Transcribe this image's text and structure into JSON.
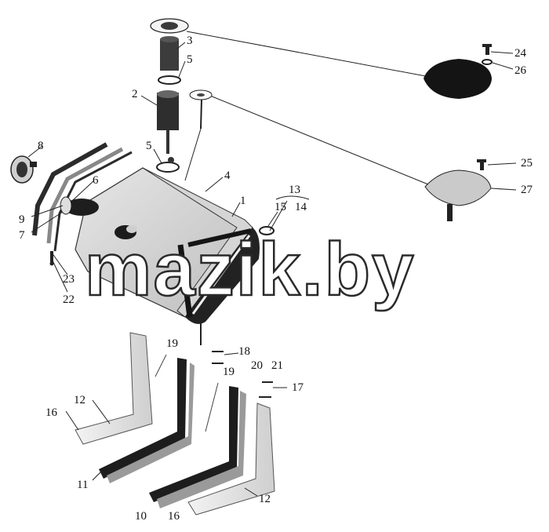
{
  "watermark": "mazik.by",
  "callouts": {
    "c1": "1",
    "c2": "2",
    "c3": "3",
    "c4": "4",
    "c5a": "5",
    "c5b": "5",
    "c6": "6",
    "c7": "7",
    "c8": "8",
    "c9": "9",
    "c10": "10",
    "c11": "11",
    "c12a": "12",
    "c12b": "12",
    "c13": "13",
    "c14": "14",
    "c15": "15",
    "c16a": "16",
    "c16b": "16",
    "c17": "17",
    "c18": "18",
    "c19a": "19",
    "c19b": "19",
    "c20": "20",
    "c21": "21",
    "c22": "22",
    "c23": "23",
    "c24": "24",
    "c25": "25",
    "c26": "26",
    "c27": "27"
  }
}
